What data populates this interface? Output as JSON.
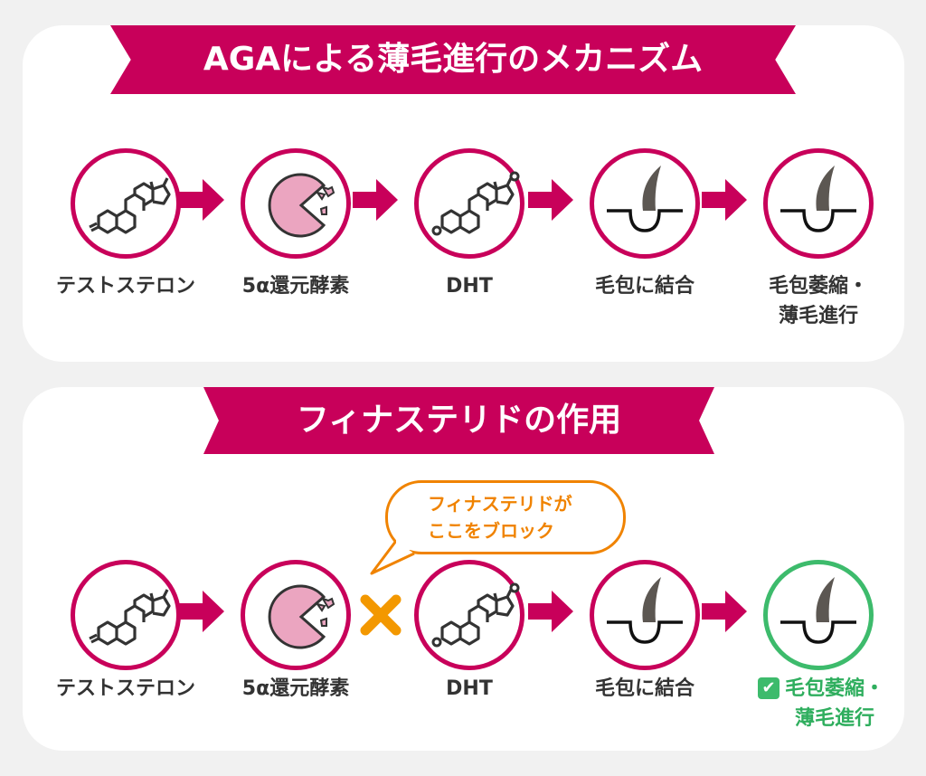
{
  "mechanism": {
    "title": "AGAによる薄毛進行のメカニズム",
    "steps": [
      {
        "label": "テストステロン"
      },
      {
        "label": "5α還元酵素"
      },
      {
        "label": "DHT"
      },
      {
        "label": "毛包に結合"
      },
      {
        "label": "毛包萎縮・",
        "label2": "薄毛進行"
      }
    ]
  },
  "finasteride": {
    "title": "フィナステリドの作用",
    "bubble_line1": "フィナステリドが",
    "bubble_line2": "ここをブロック",
    "steps": [
      {
        "label": "テストステロン"
      },
      {
        "label": "5α還元酵素"
      },
      {
        "label": "DHT"
      },
      {
        "label": "毛包に結合"
      },
      {
        "label": "毛包萎縮・",
        "label2": "薄毛進行"
      }
    ]
  },
  "colors": {
    "accent": "#c8005a",
    "block": "#f39800",
    "ok": "#3dbb6c",
    "enzyme": "#eba5c0"
  }
}
